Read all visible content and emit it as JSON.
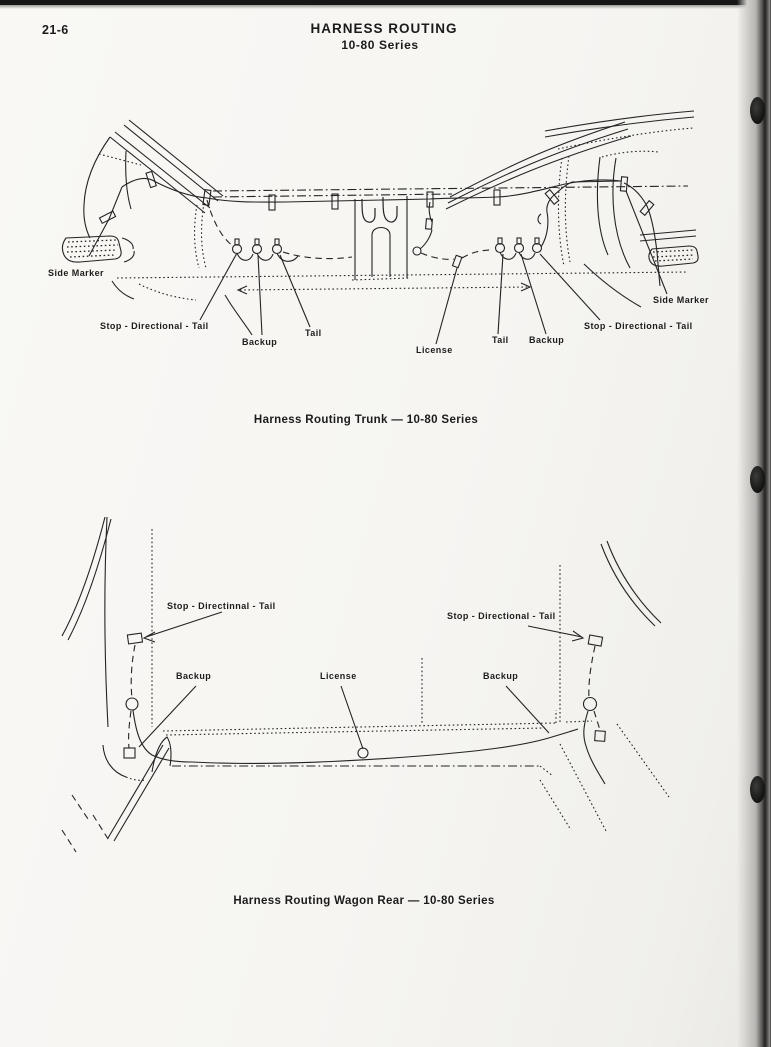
{
  "page": {
    "number": "21-6",
    "title": "HARNESS ROUTING",
    "subtitle": "10-80 Series"
  },
  "figure_trunk": {
    "caption": "Harness Routing Trunk — 10-80 Series",
    "labels": {
      "side_marker_left": "Side Marker",
      "stop_directional_tail_left": "Stop - Directional - Tail",
      "backup_left": "Backup",
      "tail_left": "Tail",
      "license": "License",
      "tail_right": "Tail",
      "backup_right": "Backup",
      "stop_directional_tail_right": "Stop - Directional - Tail",
      "side_marker_right": "Side Marker"
    }
  },
  "figure_wagon": {
    "caption": "Harness Routing Wagon Rear — 10-80 Series",
    "labels": {
      "stop_directional_tail_left": "Stop - Directinnal - Tail",
      "backup_left": "Backup",
      "license": "License",
      "backup_right": "Backup",
      "stop_directional_tail_right": "Stop - Directional - Tail"
    }
  }
}
